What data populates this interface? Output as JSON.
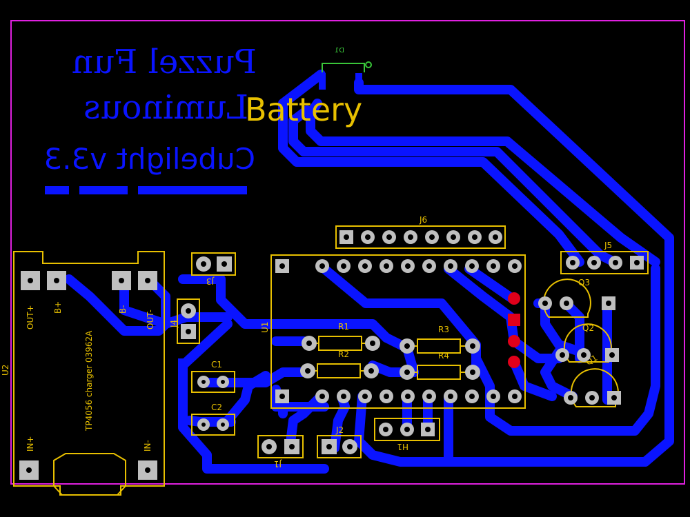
{
  "title_lines": {
    "line1": "Puzzel Fun",
    "line2": "Luminous",
    "line3": "Cubelight v3.3"
  },
  "battery_label": "Battery",
  "diode_label": "D1",
  "module": {
    "ref": "U2",
    "label": "TP4056 charger 03962A",
    "pins": [
      "OUT+",
      "B+",
      "B-",
      "OUT-",
      "IN+",
      "IN-"
    ]
  },
  "components": {
    "J6": "J6",
    "J5": "J5",
    "J4": "J4",
    "J3": "J3",
    "J2": "J2",
    "J1": "J1",
    "H1": "H1",
    "U1": "U1",
    "C1": "C1",
    "C2": "C2",
    "R1": "R1",
    "R2": "R2",
    "R3": "R3",
    "R4": "R4",
    "Q1": "Q1",
    "Q2": "Q2",
    "Q3": "Q3"
  },
  "colors": {
    "copper": "#0a14ff",
    "silkscreen": "#e8c000",
    "outline": "#e020e0",
    "pad": "#bfbfbf",
    "pad_marker": "#e0001a",
    "background": "#000000"
  }
}
